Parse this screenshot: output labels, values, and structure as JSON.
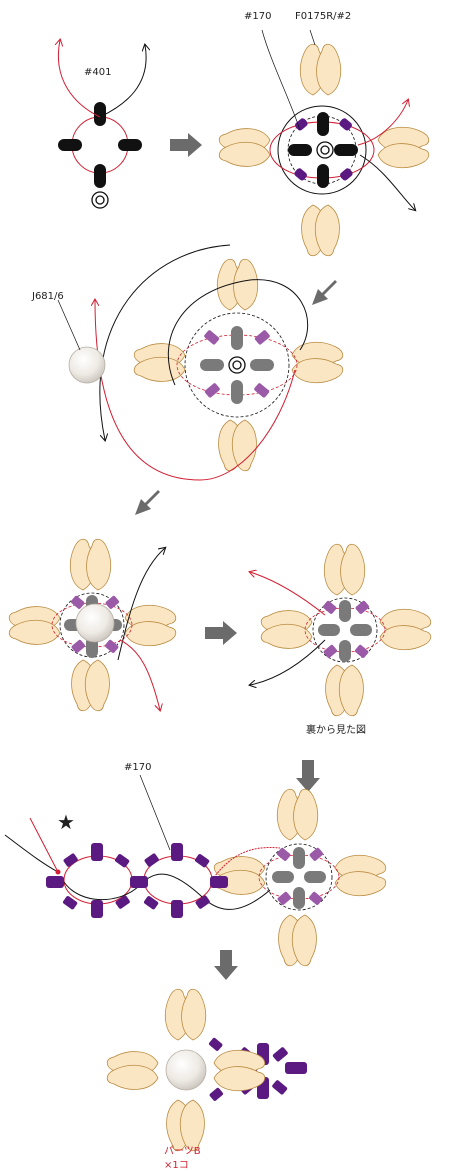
{
  "labels": {
    "bead_401": "#401",
    "bead_170_top": "#170",
    "petal_code": "F0175R/#2",
    "pearl_code": "J681/6",
    "back_view": "裏から見た図",
    "bead_170_chain": "#170",
    "part_name": "パーツB",
    "part_qty": "×1コ"
  },
  "symbols": {
    "start_mark": "★",
    "center_mark": "◎"
  },
  "colors": {
    "red_thread": "#d21e32",
    "black_thread": "#111111",
    "petal_fill": "#fbe6c3",
    "petal_stroke": "#b98c42",
    "bead_black": "#111111",
    "bead_gray": "#7a7a7a",
    "bead_purple_light": "#9a5aa8",
    "bead_purple_dark": "#5a1a82",
    "arrow_gray": "#6b6b6b"
  }
}
